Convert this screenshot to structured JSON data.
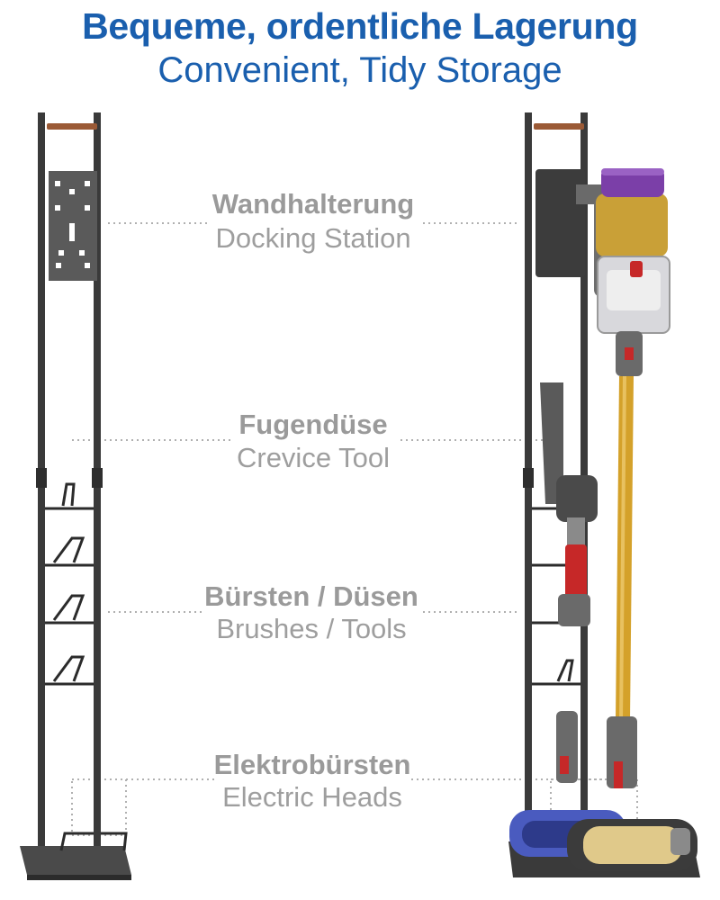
{
  "heading": {
    "german": "Bequeme, ordentliche Lagerung",
    "english": "Convenient, Tidy Storage"
  },
  "callouts": [
    {
      "german": "Wandhalterung",
      "english": "Docking Station"
    },
    {
      "german": "Fugendüse",
      "english": "Crevice Tool"
    },
    {
      "german": "Bürsten / Düsen",
      "english": "Brushes / Tools"
    },
    {
      "german": "Elektrobürsten",
      "english": "Electric Heads"
    }
  ],
  "colors": {
    "heading": "#1a5fae",
    "callout_text": "#9a9a9a",
    "stand_frame": "#3a3a3a",
    "handle_wood": "#9b5a36",
    "vacuum_tube": "#d4a12a",
    "vacuum_bin": "#7b3fa8",
    "accent_red": "#c62828"
  }
}
